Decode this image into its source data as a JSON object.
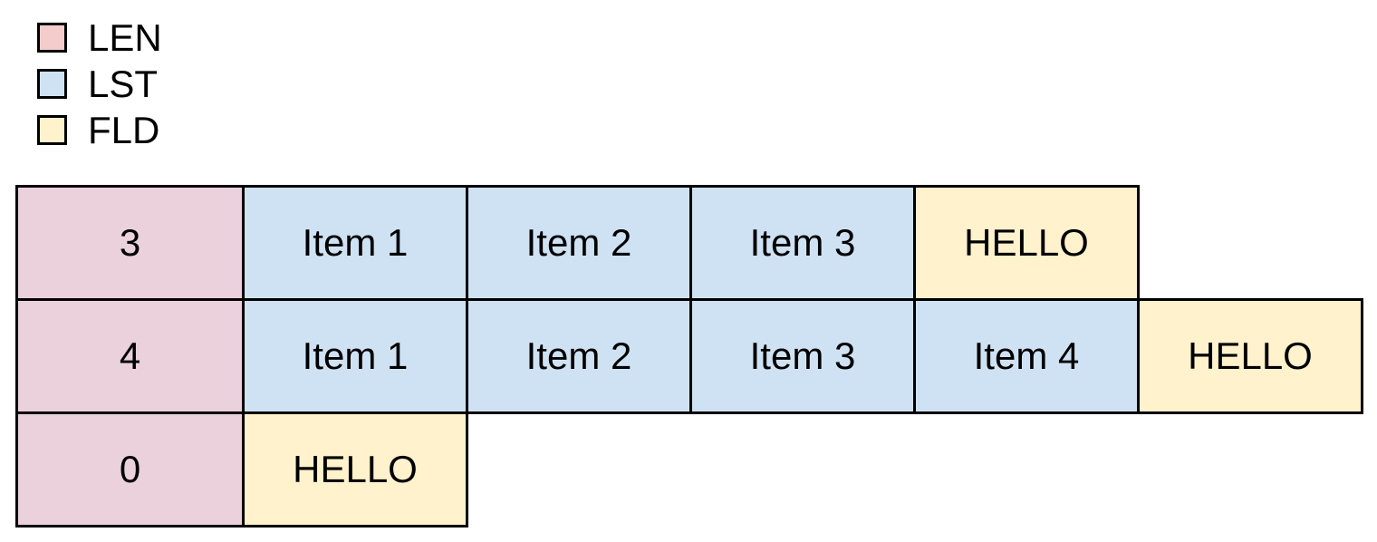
{
  "colors": {
    "legend_len": "#f4cccc",
    "legend_lst": "#cfe2f3",
    "legend_fld": "#fff2cc",
    "cell_len": "#ead1dc",
    "cell_lst": "#cfe2f3",
    "cell_fld": "#fff2cc",
    "border": "#000000",
    "text": "#000000",
    "background": "#ffffff"
  },
  "legend": {
    "items": [
      {
        "key": "len",
        "label": "LEN",
        "color": "#f4cccc"
      },
      {
        "key": "lst",
        "label": "LST",
        "color": "#cfe2f3"
      },
      {
        "key": "fld",
        "label": "FLD",
        "color": "#fff2cc"
      }
    ]
  },
  "diagram": {
    "rows": [
      {
        "cells": [
          {
            "type": "len",
            "text": "3"
          },
          {
            "type": "lst",
            "text": "Item 1"
          },
          {
            "type": "lst",
            "text": "Item 2"
          },
          {
            "type": "lst",
            "text": "Item 3"
          },
          {
            "type": "fld",
            "text": "HELLO"
          }
        ]
      },
      {
        "cells": [
          {
            "type": "len",
            "text": "4"
          },
          {
            "type": "lst",
            "text": "Item 1"
          },
          {
            "type": "lst",
            "text": "Item 2"
          },
          {
            "type": "lst",
            "text": "Item 3"
          },
          {
            "type": "lst",
            "text": "Item 4"
          },
          {
            "type": "fld",
            "text": "HELLO"
          }
        ]
      },
      {
        "cells": [
          {
            "type": "len",
            "text": "0"
          },
          {
            "type": "fld",
            "text": "HELLO"
          }
        ]
      }
    ]
  }
}
